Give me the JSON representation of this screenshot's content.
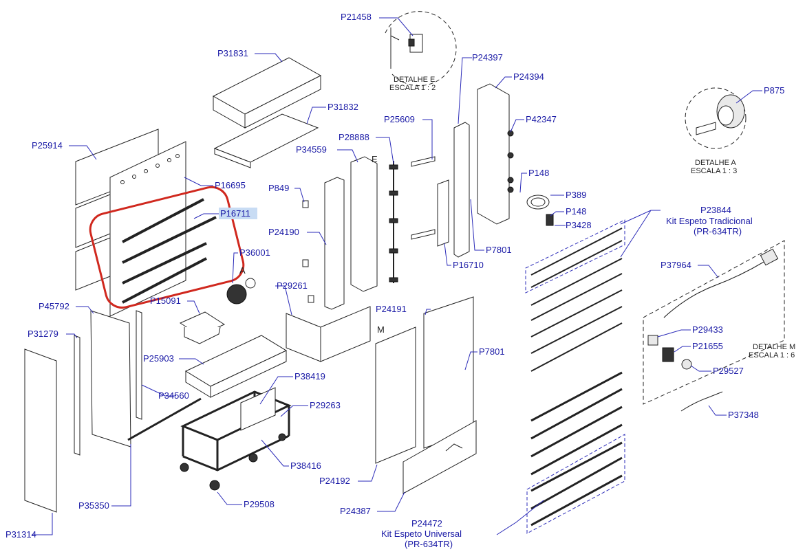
{
  "labels": {
    "p21458": "P21458",
    "p31831": "P31831",
    "p24397": "P24397",
    "p24394": "P24394",
    "p875": "P875",
    "p31832": "P31832",
    "p25609": "P25609",
    "p42347": "P42347",
    "p25914": "P25914",
    "p28888": "P28888",
    "p34559": "P34559",
    "e_marker": "E",
    "p16695": "P16695",
    "p148_top": "P148",
    "p389": "P389",
    "p849": "P849",
    "p148_bottom": "P148",
    "p16711": "P16711",
    "p3428": "P3428",
    "p23844": "P23844",
    "p23844_name": "Kit Espeto Tradicional",
    "p23844_code": "(PR-634TR)",
    "p24190": "P24190",
    "p7801_top": "P7801",
    "p36001": "P36001",
    "a_marker": "A",
    "p16710": "P16710",
    "p37964": "P37964",
    "p29261": "P29261",
    "p45792": "P45792",
    "p15091": "P15091",
    "p24191": "P24191",
    "m_marker": "M",
    "p29433": "P29433",
    "p31279": "P31279",
    "p21655": "P21655",
    "p7801_bottom": "P7801",
    "p25903": "P25903",
    "p29527": "P29527",
    "p38419": "P38419",
    "p34560": "P34560",
    "p29263": "P29263",
    "p37348": "P37348",
    "p38416": "P38416",
    "p24192": "P24192",
    "p35350": "P35350",
    "p29508": "P29508",
    "p24387": "P24387",
    "p24472": "P24472",
    "p24472_name": "Kit Espeto Universal",
    "p24472_code": "(PR-634TR)",
    "p31314": "P31314"
  },
  "details": {
    "e_title": "DETALHE E",
    "e_scale": "ESCALA 1 : 2",
    "a_title": "DETALHE A",
    "a_scale": "ESCALA 1 : 3",
    "m_title": "DETALHE M",
    "m_scale": "ESCALA 1 : 6"
  },
  "highlight": {
    "selected_label": "P16711",
    "highlight_color": "#c8dcf4",
    "circle_color": "#d0281e"
  }
}
